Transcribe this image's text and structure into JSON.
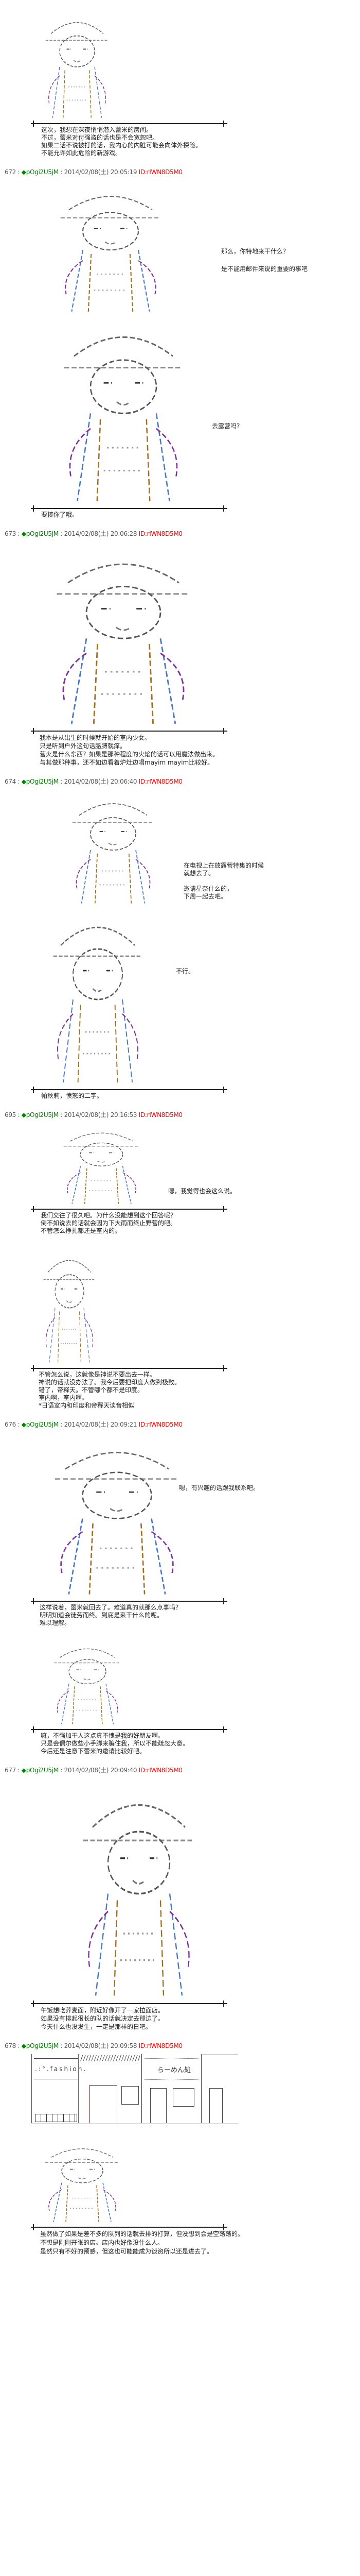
{
  "posts": [
    {
      "num": "672",
      "sep": " : ",
      "name": "◆pOgi2U5jM",
      "sep2": " : ",
      "date": "2014/02/08(土) 20:05:19",
      "id": "ID:rIWN8D5M0"
    },
    {
      "num": "673",
      "sep": " : ",
      "name": "◆pOgi2U5jM",
      "sep2": " : ",
      "date": "2014/02/08(土) 20:06:28",
      "id": "ID:rIWN8D5M0"
    },
    {
      "num": "674",
      "sep": " : ",
      "name": "◆pOgi2U5jM",
      "sep2": " : ",
      "date": "2014/02/08(土) 20:06:40",
      "id": "ID:rIWN8D5M0"
    },
    {
      "num": "695",
      "sep": " : ",
      "name": "◆pOgi2U5jM",
      "sep2": " : ",
      "date": "2014/02/08(土) 20:16:53",
      "id": "ID:rIWN8D5M0"
    },
    {
      "num": "676",
      "sep": " : ",
      "name": "◆pOgi2U5jM",
      "sep2": " : ",
      "date": "2014/02/08(土) 20:09:21",
      "id": "ID:rIWN8D5M0"
    },
    {
      "num": "677",
      "sep": " : ",
      "name": "◆pOgi2U5jM",
      "sep2": " : ",
      "date": "2014/02/08(土) 20:09:40",
      "id": "ID:rIWN8D5M0"
    },
    {
      "num": "678",
      "sep": " : ",
      "name": "◆pOgi2U5jM",
      "sep2": " : ",
      "date": "2014/02/08(土) 20:09:58",
      "id": "ID:rIWN8D5M0"
    }
  ],
  "captions": [
    "这次，我想在深夜悄悄潜入蕾米的房间。\n不过，蕾米对付强盗的话也是不会宽恕吧。\n如果二话不说被打的话，我内心的内脏可能会向体外探险。\n不能允许如此危险的新游戏。",
    "要揍你了哦。",
    "我本是从出生的时候就开始的室内少女。\n只是听到户外这句话胳膊就痒。\n营火是什么东西？如果是那种程度的火焰的话可以用魔法做出来。\n与其做那种事，还不如边看着炉灶边唱mayim mayim比较好。",
    "帕秋莉，愤怒的二字。",
    "我们交往了很久吧。为什么没能想到这个回答呢？\n倒不如说去的话就会因为下大雨而终止野营的吧。\n不管怎么挣扎都还是室内的。",
    "不管怎么说，这就像是神说不要出去一样。\n神说的话就没办法了。我今后要把印度人做到极致。\n错了，帝释天。不管哪个都不是印度。\n室内啊，室内啊。\n*日语室内和印度和帝释天读音相似",
    "这样说着，蕾米就回去了。难道真的就那么点事吗？\n明明知道会徒劳而终。到底是来干什么的呢。\n难以理解。",
    "嘛，不强加于人这点真不愧是我的好朋友啊。\n只是会偶尔做些小手脚来骗住我，所以不能疏忽大意。\n今后还是注意下蕾米的邀请比较好吧。",
    "午饭想吃荞麦面，附近好像开了一家拉面店。\n如果没有排起很长的队的话就决定去那边了。\n今天什么也没发生，一定是那样的日吧。",
    "虽然做了如果是差不多的队列的话就去排的打算，但没想到会是空荡荡的。\n不想是刚刚开张的店。店内也好像没什么人。\n虽然只有不好的预感，但这也可能能成为谈资所以还是进去了。"
  ],
  "dialogue": {
    "d672a": "那么，你特地来干什么？\n\n是不能用邮件来说的重要的事吧",
    "d672b": "去露营吗?",
    "d674a": "在电视上在放露营特集的时候\n就想去了。\n\n邀请星奈什么的，\n下周一起去吧。",
    "d674b": "不行。",
    "d695": "嗯，我觉得也会这么说。",
    "d676": "嗯，有兴趣的话跟我联系吧。"
  },
  "storefront": {
    "fashion_sign": ".:°.fashion.",
    "ramen_sign": "らーめん処"
  }
}
